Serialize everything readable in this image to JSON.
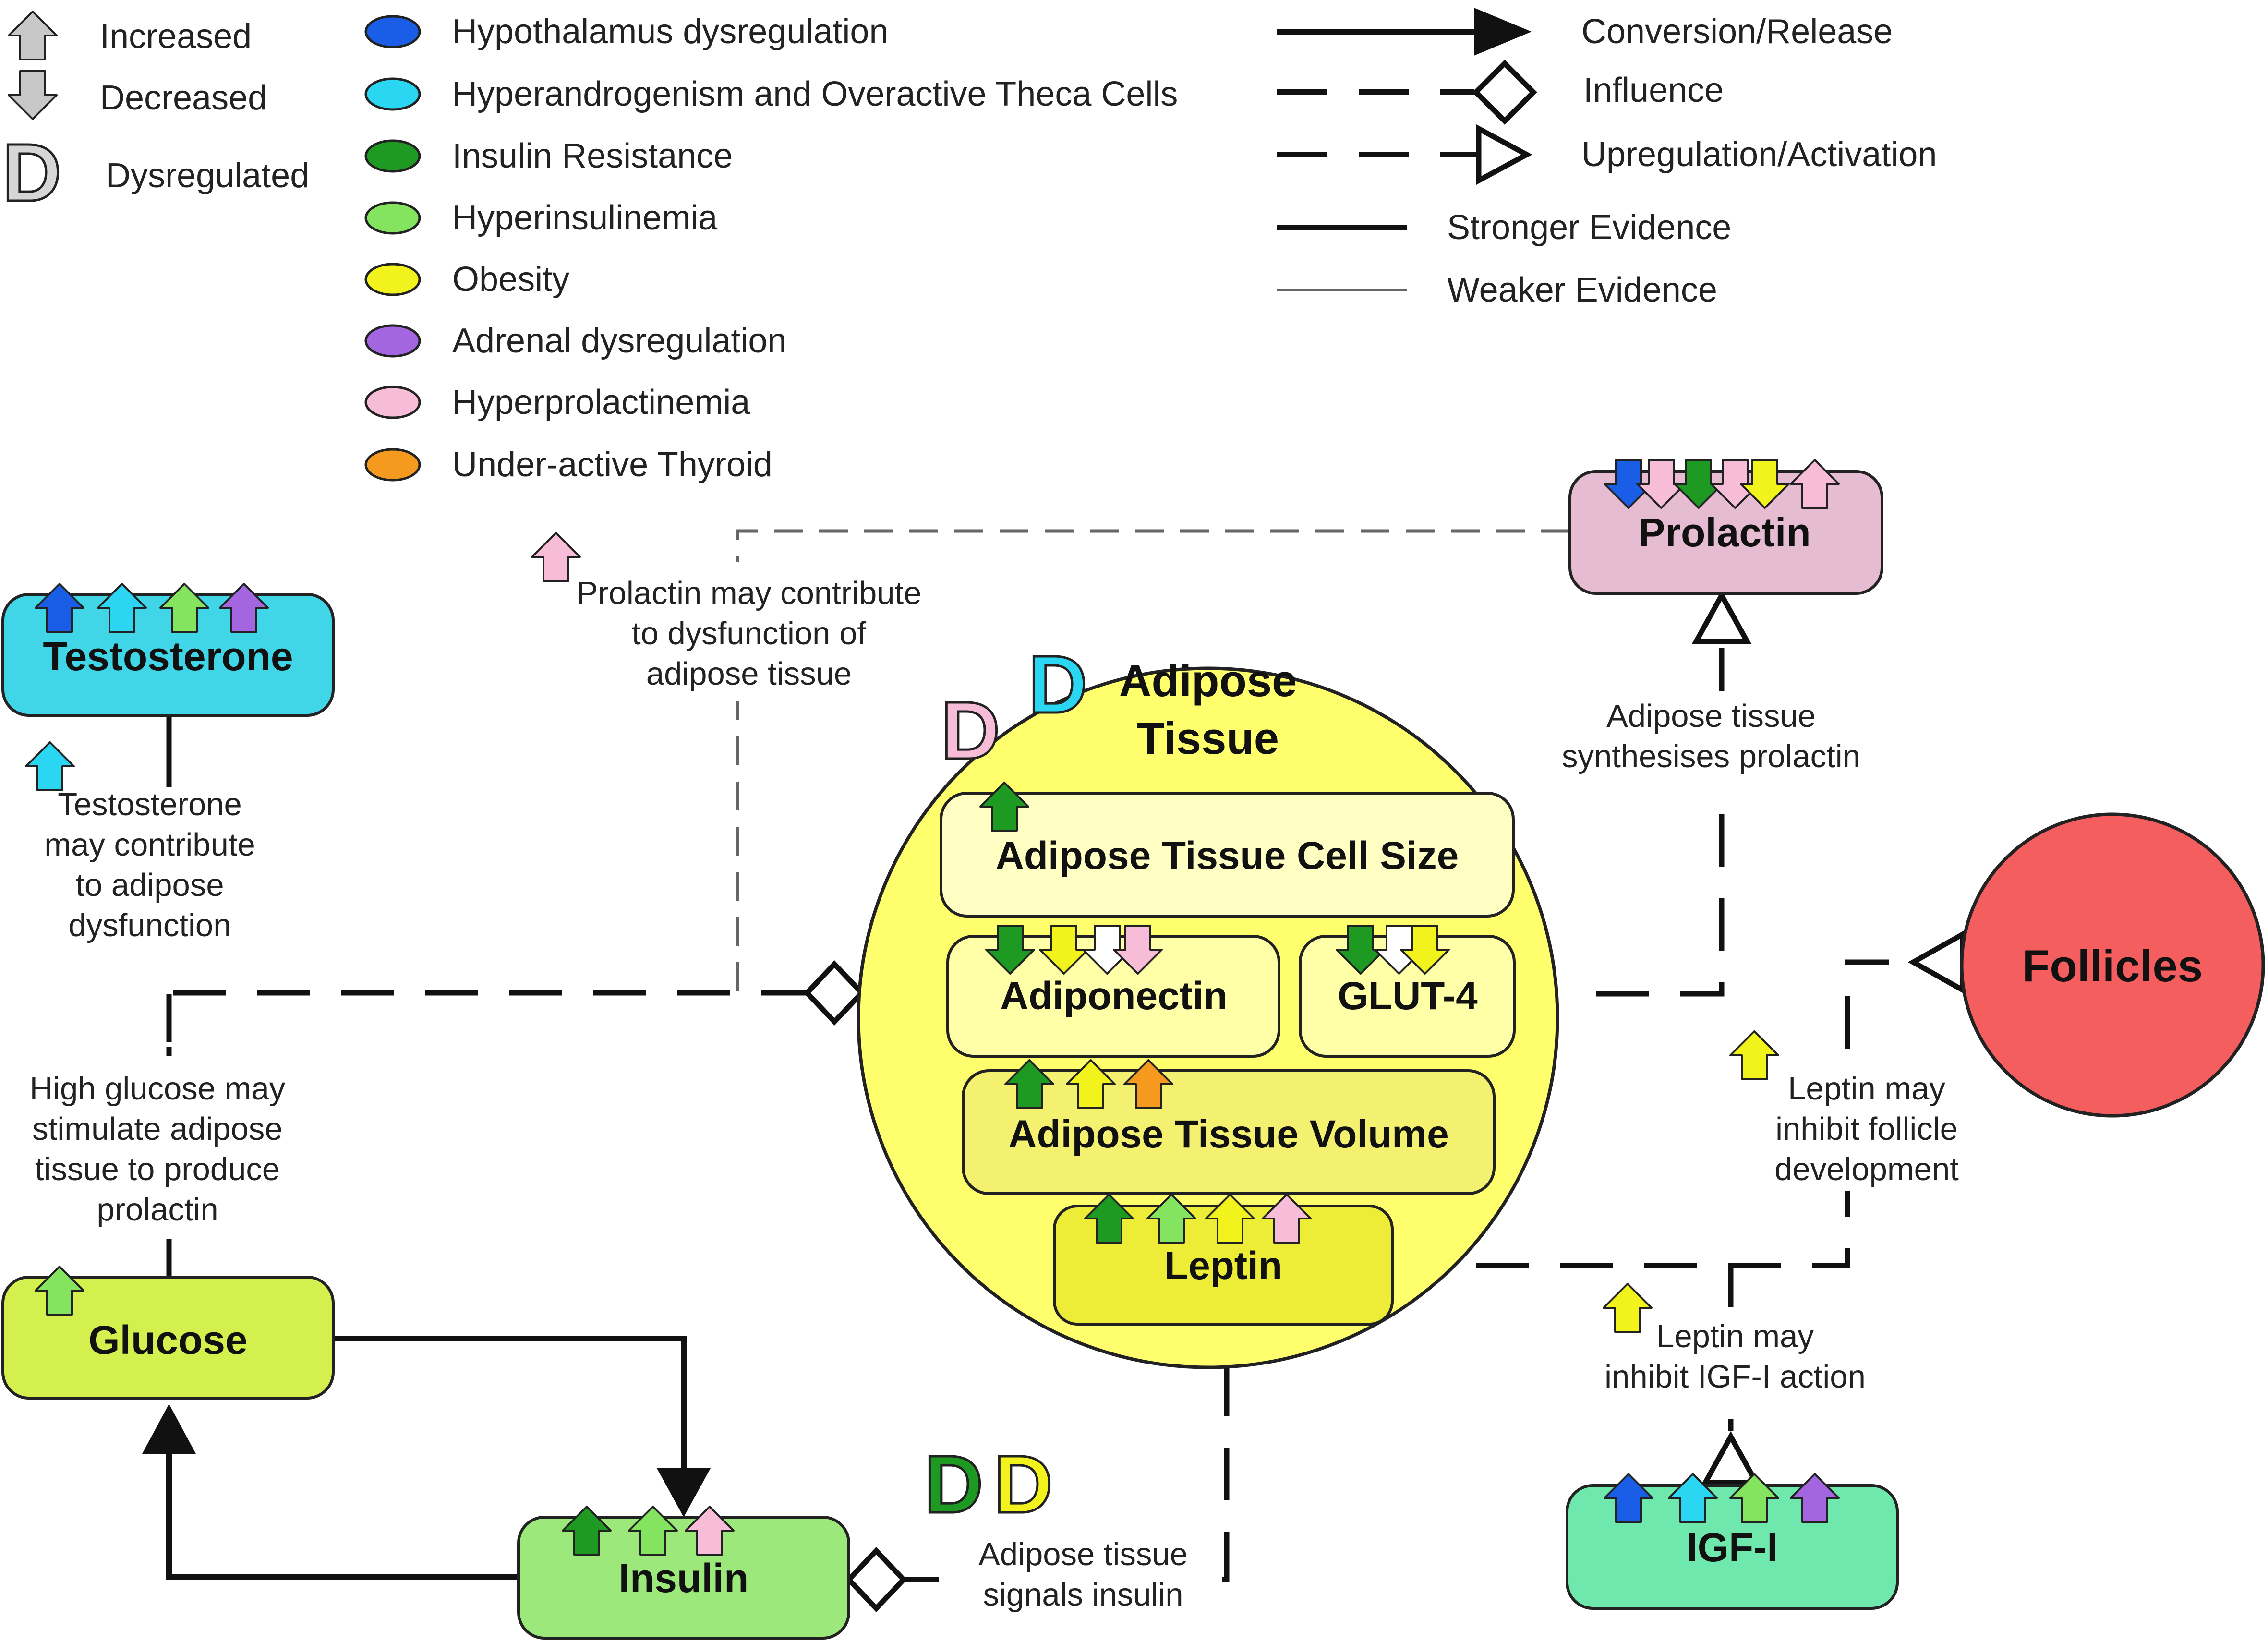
{
  "legend": {
    "symbols": {
      "increased": "Increased",
      "decreased": "Decreased",
      "dysregulated": "Dysregulated"
    },
    "conditions": [
      {
        "label": "Hypothalamus dysregulation",
        "color": "#1a5ee8"
      },
      {
        "label": "Hyperandrogenism and Overactive Theca Cells",
        "color": "#2ad6f2"
      },
      {
        "label": "Insulin Resistance",
        "color": "#1e9a22"
      },
      {
        "label": "Hyperinsulinemia",
        "color": "#84e460"
      },
      {
        "label": "Obesity",
        "color": "#f2f21c"
      },
      {
        "label": "Adrenal dysregulation",
        "color": "#a366e0"
      },
      {
        "label": "Hyperprolactinemia",
        "color": "#f6bcd8"
      },
      {
        "label": "Under-active Thyroid",
        "color": "#f59a1e"
      }
    ],
    "edges": {
      "conversion": "Conversion/Release",
      "influence": "Influence",
      "upregulation": "Upregulation/Activation",
      "stronger": "Stronger Evidence",
      "weaker": "Weaker Evidence"
    }
  },
  "nodes": {
    "testosterone": "Testosterone",
    "glucose": "Glucose",
    "insulin": "Insulin",
    "prolactin": "Prolactin",
    "follicles": "Follicles",
    "igf": "IGF-I",
    "adipose_title_1": "Adipose",
    "adipose_title_2": "Tissue",
    "cell_size": "Adipose Tissue Cell Size",
    "adiponectin": "Adiponectin",
    "glut4": "GLUT-4",
    "volume": "Adipose Tissue Volume",
    "leptin": "Leptin"
  },
  "annotations": {
    "testosterone_1": "Testosterone",
    "testosterone_2": "may contribute",
    "testosterone_3": "to adipose",
    "testosterone_4": "dysfunction",
    "prolactin_adipose_1": "Prolactin may contribute",
    "prolactin_adipose_2": "to dysfunction of",
    "prolactin_adipose_3": "adipose tissue",
    "glucose_1": "High glucose may",
    "glucose_2": "stimulate adipose",
    "glucose_3": "tissue to produce",
    "glucose_4": "prolactin",
    "synth_1": "Adipose tissue",
    "synth_2": "synthesises prolactin",
    "follicle_1": "Leptin may",
    "follicle_2": "inhibit follicle",
    "follicle_3": "development",
    "igf_1": "Leptin may",
    "igf_2": "inhibit IGF-I action",
    "insulin_1": "Adipose tissue",
    "insulin_2": "signals insulin"
  },
  "dysregulated_letter": "D"
}
